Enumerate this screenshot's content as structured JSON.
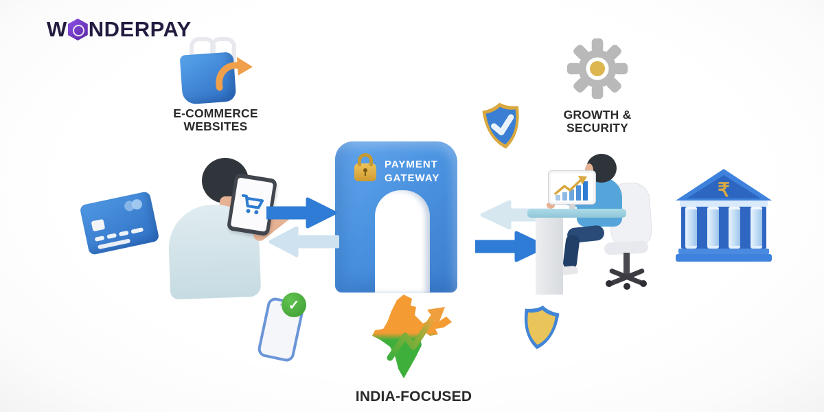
{
  "logo": {
    "brand_start": "W",
    "brand_mid": "NDER",
    "brand_end": "PAY"
  },
  "labels": {
    "ecommerce_line1": "E-COMMERCE",
    "ecommerce_line2": "WEBSITES",
    "growth_line1": "GROWTH &",
    "growth_line2": "SECURITY",
    "gateway_line1": "PAYMENT",
    "gateway_line2": "GATEWAY",
    "india": "INDIA-FOCUSED"
  },
  "glyphs": {
    "rupee": "₹",
    "check": "✓"
  },
  "icons": {
    "shopping_bag": "shopping-bag-icon",
    "gear": "gear-icon",
    "shield_check": "shield-check-icon",
    "shield_gold": "gold-shield-icon",
    "padlock": "padlock-icon",
    "credit_card": "credit-card-icon",
    "shopping_cart": "shopping-cart-icon",
    "phone_check": "phone-check-icon",
    "india_map": "india-map-icon",
    "bank": "bank-icon",
    "growth_chart": "growth-chart-icon"
  },
  "colors": {
    "gateway_blue": "#4b93e0",
    "arrow_dark_blue": "#2e7cd6",
    "arrow_light_blue": "#cfe2f0",
    "bag_blue": "#3b82d4",
    "accent_orange": "#f0a04b",
    "gear_gray": "#b9b9b9",
    "gold": "#ddb64f",
    "bank_blue": "#3f82dd",
    "india_orange": "#f49b33",
    "india_green": "#3faf3c",
    "success_green": "#4caf3f",
    "logo_purple": "#7a3fd4",
    "text_dark": "#2b2b2b"
  }
}
